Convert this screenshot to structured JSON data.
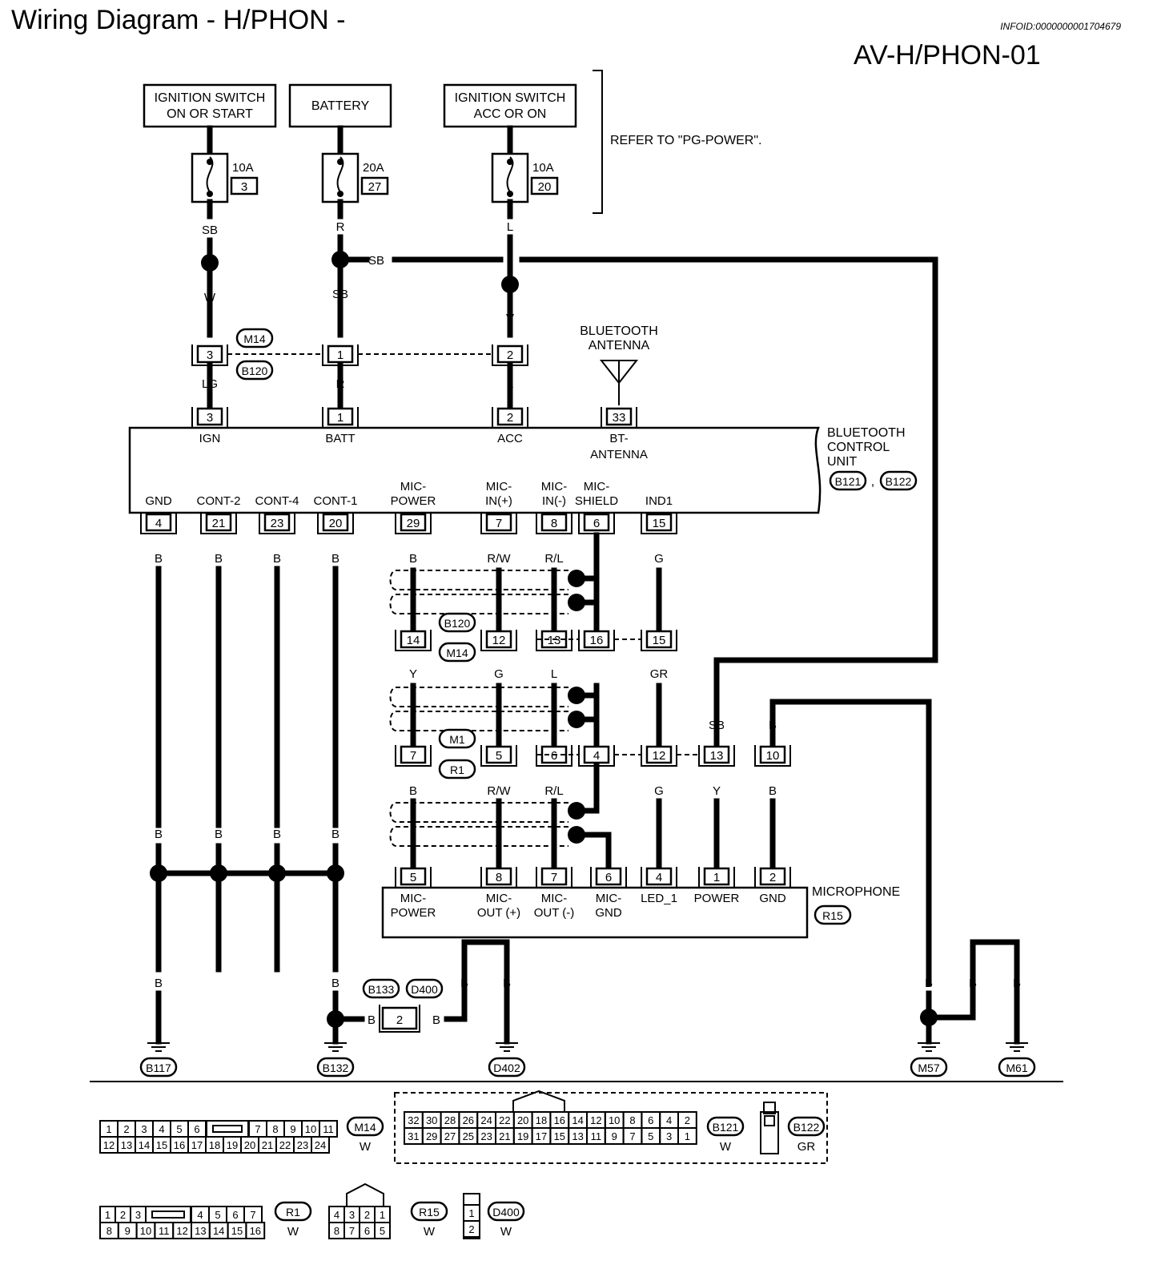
{
  "header": {
    "title": "Wiring Diagram - H/PHON -",
    "infoid": "INFOID:0000000001704679",
    "code": "AV-H/PHON-01"
  },
  "power_sources": {
    "ign": "IGNITION SWITCH|ON OR START",
    "batt": "BATTERY",
    "acc": "IGNITION SWITCH|ACC OR ON",
    "refer": "REFER TO \"PG-POWER\"."
  },
  "fuses": [
    {
      "amp": "10A",
      "num": "3"
    },
    {
      "amp": "20A",
      "num": "27"
    },
    {
      "amp": "10A",
      "num": "20"
    }
  ],
  "wire_colors": {
    "SB": "SB",
    "R": "R",
    "L": "L",
    "W": "W",
    "V": "V",
    "LG": "LG",
    "B": "B",
    "RW": "R/W",
    "RL": "R/L",
    "G": "G",
    "Y": "Y",
    "GR": "GR"
  },
  "connector_ids": {
    "M14": "M14",
    "B120": "B120",
    "M1": "M1",
    "R1": "R1",
    "B121": "B121",
    "B122": "B122",
    "R15": "R15",
    "B133": "B133",
    "D400": "D400",
    "B117": "B117",
    "B132": "B132",
    "D402": "D402",
    "M57": "M57",
    "M61": "M61"
  },
  "antenna_label": "BLUETOOTH|ANTENNA",
  "bt_unit": {
    "name": "BLUETOOTH|CONTROL|UNIT",
    "top_pins": [
      {
        "num": "3",
        "label": "IGN"
      },
      {
        "num": "1",
        "label": "BATT"
      },
      {
        "num": "2",
        "label": "ACC"
      },
      {
        "num": "33",
        "label": "BT-|ANTENNA"
      }
    ],
    "bottom_pins": [
      {
        "num": "4",
        "label": "GND"
      },
      {
        "num": "21",
        "label": "CONT-2"
      },
      {
        "num": "23",
        "label": "CONT-4"
      },
      {
        "num": "20",
        "label": "CONT-1"
      },
      {
        "num": "29",
        "label": "MIC-|POWER"
      },
      {
        "num": "7",
        "label": "MIC-|IN(+)"
      },
      {
        "num": "8",
        "label": "MIC-|IN(-)"
      },
      {
        "num": "6",
        "label": "MIC-|SHIELD"
      },
      {
        "num": "15",
        "label": "IND1"
      }
    ]
  },
  "inline1_pins": [
    "3",
    "1",
    "2"
  ],
  "inline2_pins": [
    "14",
    "12",
    "13",
    "16",
    "15"
  ],
  "inline3_pins": [
    "7",
    "5",
    "6",
    "4",
    "12",
    "13",
    "10"
  ],
  "microphone": {
    "name": "MICROPHONE",
    "pins": [
      {
        "num": "5",
        "label": "MIC-|POWER"
      },
      {
        "num": "8",
        "label": "MIC-|OUT (+)"
      },
      {
        "num": "7",
        "label": "MIC-|OUT (-)"
      },
      {
        "num": "6",
        "label": "MIC-|GND"
      },
      {
        "num": "4",
        "label": "LED_1"
      },
      {
        "num": "1",
        "label": "POWER"
      },
      {
        "num": "2",
        "label": "GND"
      }
    ]
  },
  "ground_joint_pin": "2",
  "connector_faces": {
    "M14": {
      "row1": [
        "1",
        "2",
        "3",
        "4",
        "5",
        "6",
        "7",
        "8",
        "9",
        "10",
        "11"
      ],
      "row2": [
        "12",
        "13",
        "14",
        "15",
        "16",
        "17",
        "18",
        "19",
        "20",
        "21",
        "22",
        "23",
        "24"
      ],
      "color": "W"
    },
    "B121": {
      "row1": [
        "32",
        "30",
        "28",
        "26",
        "24",
        "22",
        "20",
        "18",
        "16",
        "14",
        "12",
        "10",
        "8",
        "6",
        "4",
        "2"
      ],
      "row2": [
        "31",
        "29",
        "27",
        "25",
        "23",
        "21",
        "19",
        "17",
        "15",
        "13",
        "11",
        "9",
        "7",
        "5",
        "3",
        "1"
      ],
      "color": "W"
    },
    "B122": {
      "color": "GR"
    },
    "R1": {
      "row1": [
        "1",
        "2",
        "3",
        "4",
        "5",
        "6",
        "7"
      ],
      "row2": [
        "8",
        "9",
        "10",
        "11",
        "12",
        "13",
        "14",
        "15",
        "16"
      ],
      "color": "W"
    },
    "R15": {
      "row1": [
        "4",
        "3",
        "2",
        "1"
      ],
      "row2": [
        "8",
        "7",
        "6",
        "5"
      ],
      "color": "W"
    },
    "D400": {
      "row1": [
        "1"
      ],
      "row2": [
        "2"
      ],
      "color": "W"
    }
  }
}
